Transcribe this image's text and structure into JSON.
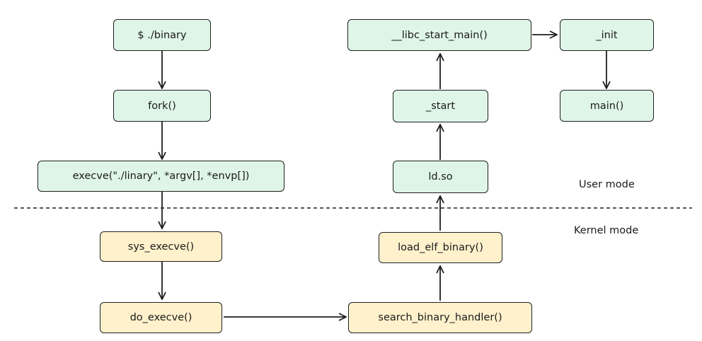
{
  "colors": {
    "user_fill": "#dff5e8",
    "kernel_fill": "#fff1cc",
    "stroke": "#1f1f1f"
  },
  "nodes": {
    "shell_binary": "$ ./binary",
    "fork": "fork()",
    "execve": "execve(\"./linary\", *argv[], *envp[])",
    "sys_execve": "sys_execve()",
    "do_execve": "do_execve()",
    "search_binary_handler": "search_binary_handler()",
    "load_elf_binary": "load_elf_binary()",
    "ld_so": "ld.so",
    "start": "_start",
    "libc_start_main": "__libc_start_main()",
    "init": "_init",
    "main": "main()"
  },
  "labels": {
    "user_mode": "User mode",
    "kernel_mode": "Kernel mode"
  }
}
